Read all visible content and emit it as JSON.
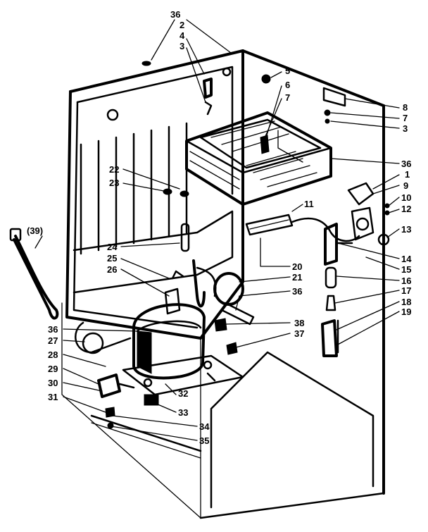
{
  "diagram": {
    "callouts": [
      {
        "id": "c36a",
        "text": "36"
      },
      {
        "id": "c2",
        "text": "2"
      },
      {
        "id": "c4",
        "text": "4"
      },
      {
        "id": "c3a",
        "text": "3"
      },
      {
        "id": "c5",
        "text": "5"
      },
      {
        "id": "c6",
        "text": "6"
      },
      {
        "id": "c7a",
        "text": "7"
      },
      {
        "id": "c8",
        "text": "8"
      },
      {
        "id": "c7b",
        "text": "7"
      },
      {
        "id": "c3b",
        "text": "3"
      },
      {
        "id": "c36b",
        "text": "36"
      },
      {
        "id": "c1",
        "text": "1"
      },
      {
        "id": "c9",
        "text": "9"
      },
      {
        "id": "c10",
        "text": "10"
      },
      {
        "id": "c12",
        "text": "12"
      },
      {
        "id": "c11",
        "text": "11"
      },
      {
        "id": "c13",
        "text": "13"
      },
      {
        "id": "c14",
        "text": "14"
      },
      {
        "id": "c15",
        "text": "15"
      },
      {
        "id": "c16",
        "text": "16"
      },
      {
        "id": "c17",
        "text": "17"
      },
      {
        "id": "c18",
        "text": "18"
      },
      {
        "id": "c19",
        "text": "19"
      },
      {
        "id": "c20",
        "text": "20"
      },
      {
        "id": "c21",
        "text": "21"
      },
      {
        "id": "c36c",
        "text": "36"
      },
      {
        "id": "c22",
        "text": "22"
      },
      {
        "id": "c23",
        "text": "23"
      },
      {
        "id": "c24",
        "text": "24"
      },
      {
        "id": "c25",
        "text": "25"
      },
      {
        "id": "c26",
        "text": "26"
      },
      {
        "id": "c39",
        "text": "(39)"
      },
      {
        "id": "c36d",
        "text": "36"
      },
      {
        "id": "c27",
        "text": "27"
      },
      {
        "id": "c28",
        "text": "28"
      },
      {
        "id": "c29",
        "text": "29"
      },
      {
        "id": "c30",
        "text": "30"
      },
      {
        "id": "c31",
        "text": "31"
      },
      {
        "id": "c38",
        "text": "38"
      },
      {
        "id": "c37",
        "text": "37"
      },
      {
        "id": "c32",
        "text": "32"
      },
      {
        "id": "c33",
        "text": "33"
      },
      {
        "id": "c34",
        "text": "34"
      },
      {
        "id": "c35",
        "text": "35"
      }
    ]
  }
}
